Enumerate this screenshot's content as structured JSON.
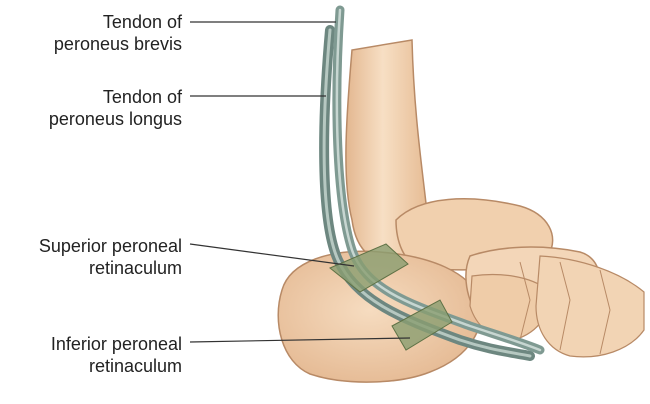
{
  "labels": {
    "brevis": {
      "line1": "Tendon of",
      "line2": "peroneus brevis"
    },
    "longus": {
      "line1": "Tendon of",
      "line2": "peroneus longus"
    },
    "superior_retinaculum": {
      "line1": "Superior peroneal",
      "line2": "retinaculum"
    },
    "inferior_retinaculum": {
      "line1": "Inferior peroneal",
      "line2": "retinaculum"
    }
  },
  "colors": {
    "bone": "#f2d3b4",
    "bone_shadow": "#d9ab83",
    "bone_outline": "#b88a66",
    "tendon": "#7f9a92",
    "tendon_light": "#b6c8c1",
    "retinaculum": "#8a9e70",
    "leader": "#333333"
  }
}
